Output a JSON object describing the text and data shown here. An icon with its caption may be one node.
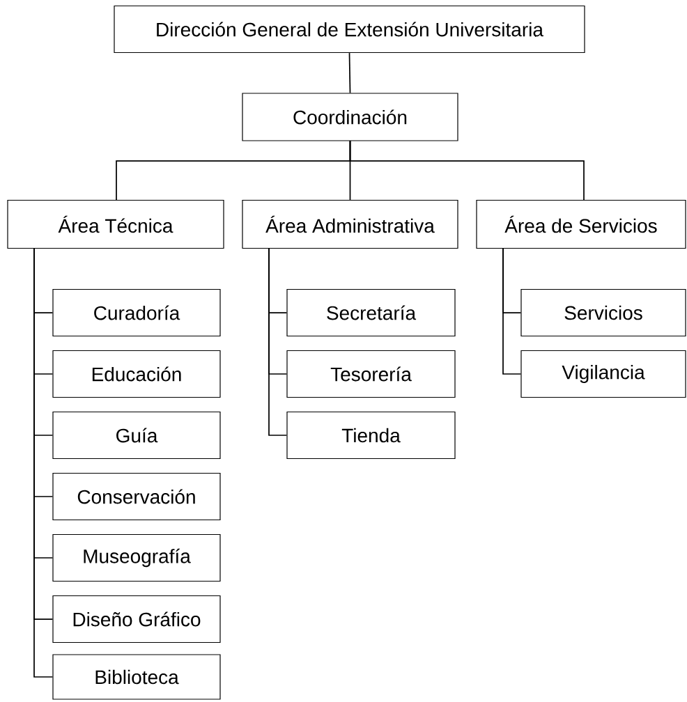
{
  "diagram": {
    "nodes": [
      {
        "text": [
          "Dirección General de Extensión Universitaria"
        ]
      },
      {
        "text": [
          "Coordinación"
        ]
      },
      {
        "text": [
          "Área Técnica"
        ]
      },
      {
        "text": [
          "Área Administrativa"
        ]
      },
      {
        "text": [
          "Área de Servicios"
        ]
      },
      {
        "text": [
          "Curadoría"
        ]
      },
      {
        "text": [
          "Educación"
        ]
      },
      {
        "text": [
          "Guía"
        ]
      },
      {
        "text": [
          "Conservación"
        ]
      },
      {
        "text": [
          "Museografía"
        ]
      },
      {
        "text": [
          "Diseño Gráfico"
        ]
      },
      {
        "text": [
          "Biblioteca"
        ]
      },
      {
        "text": [
          "Secretaría"
        ]
      },
      {
        "text": [
          "Tesorería"
        ]
      },
      {
        "text": [
          "Tienda"
        ]
      },
      {
        "text": [
          "Servicios"
        ]
      },
      {
        "text": [
          "Vigilancia"
        ]
      }
    ],
    "edges": [
      {
        "from": 0,
        "to": 1,
        "arrow": "none"
      },
      {
        "from": 1,
        "to": 2,
        "arrow": "none"
      },
      {
        "from": 1,
        "to": 3,
        "arrow": "none"
      },
      {
        "from": 1,
        "to": 4,
        "arrow": "none"
      },
      {
        "from": 2,
        "to": 5,
        "arrow": "none"
      },
      {
        "from": 2,
        "to": 6,
        "arrow": "none"
      },
      {
        "from": 2,
        "to": 7,
        "arrow": "none"
      },
      {
        "from": 2,
        "to": 8,
        "arrow": "none"
      },
      {
        "from": 2,
        "to": 9,
        "arrow": "none"
      },
      {
        "from": 2,
        "to": 10,
        "arrow": "none"
      },
      {
        "from": 2,
        "to": 11,
        "arrow": "none"
      },
      {
        "from": 3,
        "to": 12,
        "arrow": "none"
      },
      {
        "from": 3,
        "to": 13,
        "arrow": "none"
      },
      {
        "from": 3,
        "to": 14,
        "arrow": "none"
      },
      {
        "from": 4,
        "to": 15,
        "arrow": "none"
      },
      {
        "from": 4,
        "to": 16,
        "arrow": "none"
      }
    ]
  }
}
